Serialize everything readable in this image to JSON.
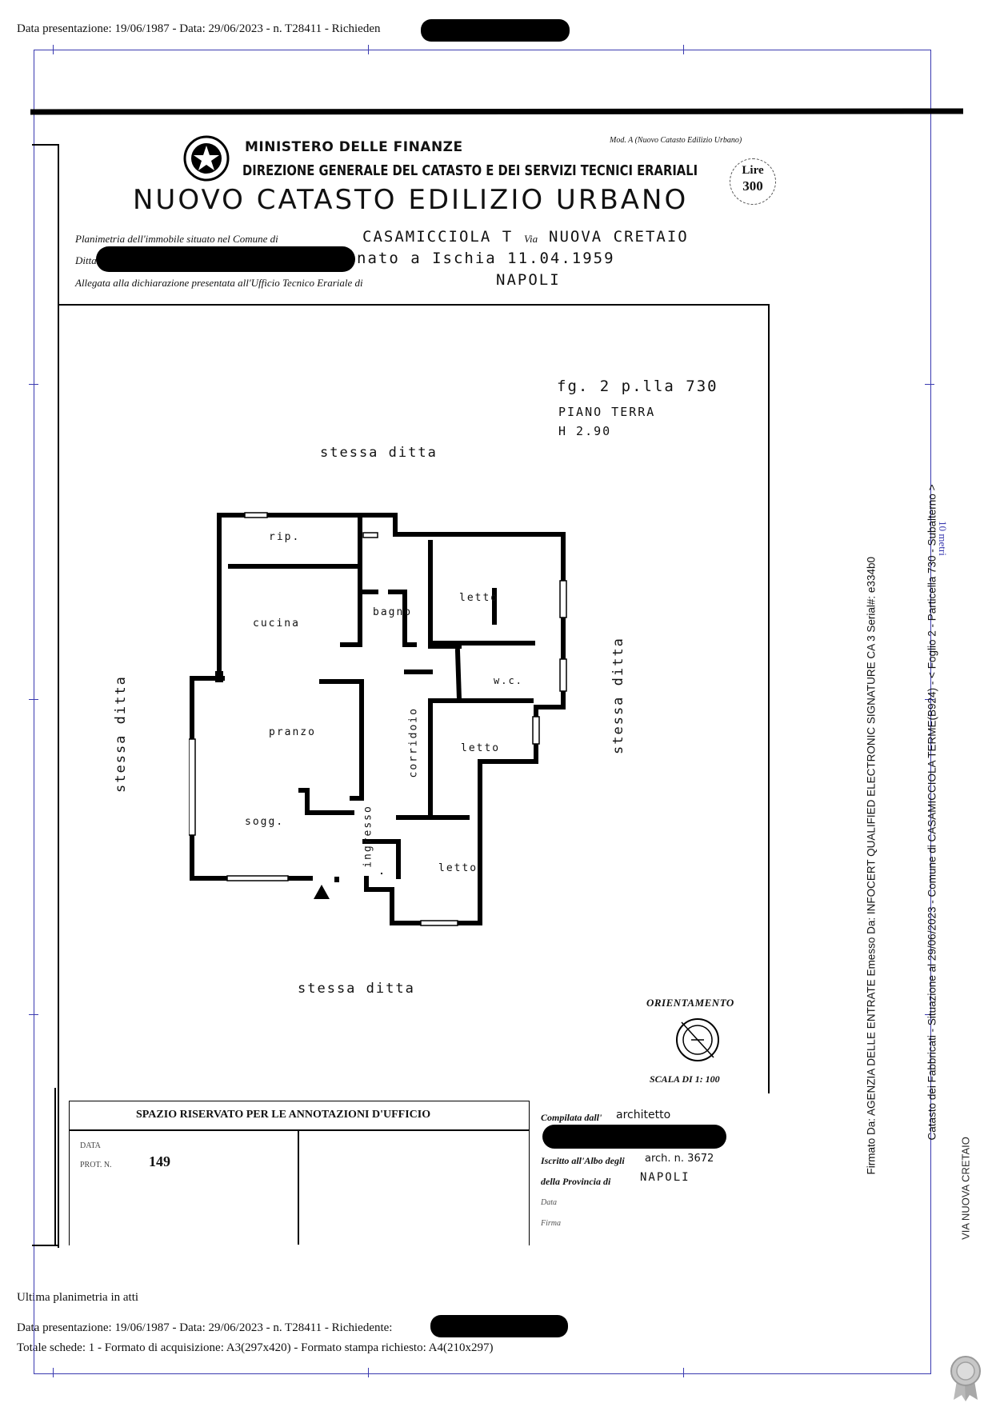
{
  "header": {
    "top_line": "Data presentazione: 19/06/1987 - Data: 29/06/2023 - n. T28411 - Richieden",
    "bottom_line1": "Data presentazione: 19/06/1987 - Data: 29/06/2023 - n. T28411 - Richiedente:",
    "bottom_line2": "Totale schede: 1 - Formato di acquisizione: A3(297x420) - Formato stampa richiesto: A4(210x297)",
    "ultima": "Ultima planimetria in atti"
  },
  "side": {
    "scale_label": "10 metri",
    "catasto_line": "Catasto dei Fabbricati - Situazione al 29/06/2023 - Comune di CASAMICCIOLA TERME(B924) - < Foglio 2 - Particella 730 - Subalterno >",
    "firmato_line": "Firmato Da: AGENZIA DELLE ENTRATE Emesso Da: INFOCERT QUALIFIED ELECTRONIC SIGNATURE CA 3 Serial#: e334b0",
    "overprint": "VIA NUOVA CRETAIO"
  },
  "form": {
    "ministero": "MINISTERO DELLE FINANZE",
    "direzione": "DIREZIONE GENERALE DEL CATASTO E DEI SERVIZI TECNICI ERARIALI",
    "title": "NUOVO CATASTO EDILIZIO URBANO",
    "modulo": "Mod. A (Nuovo Catasto Edilizio Urbano)",
    "lire": "Lire",
    "lire_value": "300",
    "planimetria_label": "Planimetria dell'immobile situato nel Comune di",
    "comune": "CASAMICCIOLA T",
    "via_label": "Via",
    "via": "NUOVA CRETAIO",
    "ditta_label": "Ditta",
    "nato": "nato a Ischia 11.04.1959",
    "allegata": "Allegata alla dichiarazione presentata all'Ufficio Tecnico Erariale di",
    "ufficio": "NAPOLI"
  },
  "plan": {
    "fg_line": "fg. 2 p.lla 730",
    "piano": "PIANO TERRA",
    "altezza": "H 2.90",
    "top_label": "stessa ditta",
    "bottom_label": "stessa ditta",
    "left_label": "stessa ditta",
    "right_label": "stessa ditta",
    "rooms": {
      "rip": "rip.",
      "cucina": "cucina",
      "bagno": "bagno",
      "letto1": "letto",
      "wc": "w.c.",
      "pranzo": "pranzo",
      "corridoio": "corridoio",
      "letto2": "letto",
      "sogg": "sogg.",
      "ingresso": "ingresso",
      "letto3": "letto"
    },
    "orientamento": "ORIENTAMENTO",
    "scala": "SCALA DI 1: 100"
  },
  "footer_form": {
    "spazio": "SPAZIO RISERVATO PER LE ANNOTAZIONI D'UFFICIO",
    "data_label": "DATA",
    "prot_label": "PROT. N.",
    "prot_value": "149",
    "compilata": "Compilata dall'",
    "compilata_value": "architetto",
    "iscritto": "Iscritto all'Albo degli",
    "iscritto_value": "arch. n. 3672",
    "provincia": "della Provincia di",
    "provincia_value": "NAPOLI",
    "data2_label": "Data",
    "firma_label": "Firma"
  }
}
